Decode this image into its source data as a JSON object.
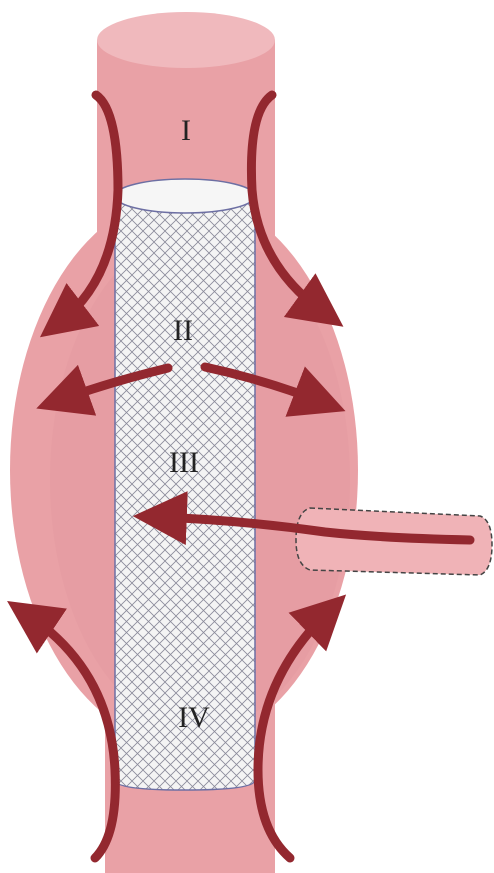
{
  "labels": {
    "zone_1": "I",
    "zone_2": "II",
    "zone_3": "III",
    "zone_4": "IV"
  },
  "colors": {
    "vessel_fill": "#e9a1a6",
    "vessel_shade": "#dc8a90",
    "vessel_top": "#f0b9bd",
    "stent_fill": "#f4f4f4",
    "stent_mesh": "#8a8a9a",
    "stent_outline": "#6d6fa3",
    "arrow": "#93282f",
    "branch_fill": "#f0b3b7",
    "branch_outline": "#444444"
  },
  "icons": {
    "flow_arrow": "curved-arrow-icon",
    "branch_vessel": "side-branch-vessel"
  }
}
